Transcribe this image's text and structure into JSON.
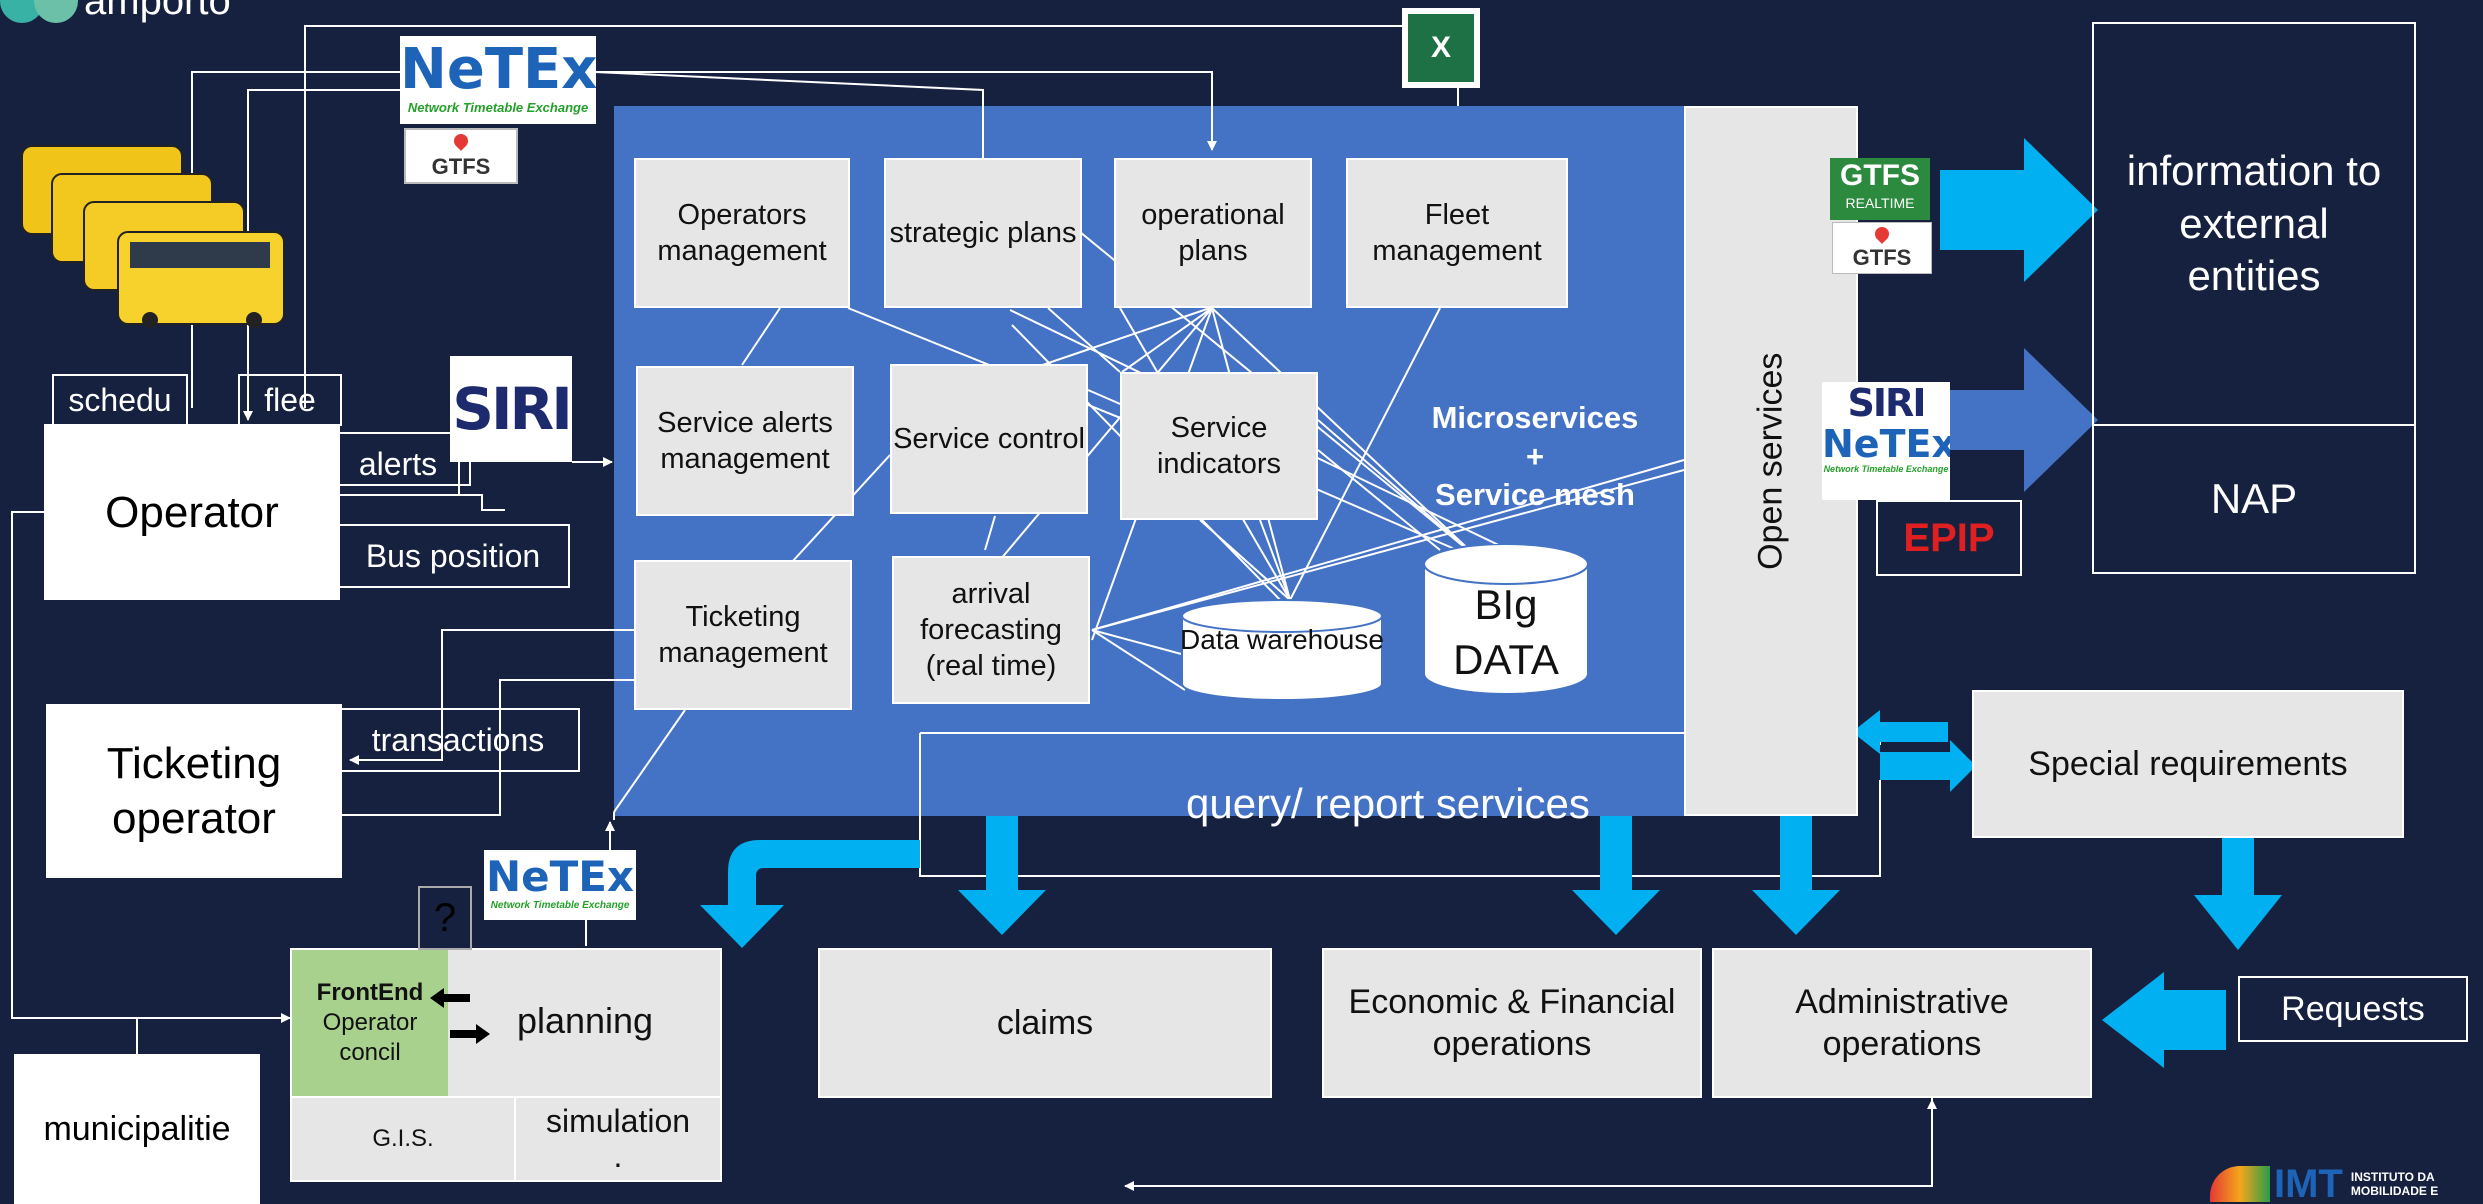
{
  "brand": {
    "logo_text": "amporto",
    "bottom_logo_text": "IMT",
    "bottom_logo_caption": [
      "INSTITUTO DA",
      "MOBILIDADE E"
    ]
  },
  "colors": {
    "background": "#16213f",
    "platform": "#4472c4",
    "arrow": "#00b0f0",
    "box": "#e6e6e6",
    "green": "#a9d18e",
    "epip": "#e02020"
  },
  "logos": {
    "netex": "NeTEx",
    "netex_sub": "Network Timetable Exchange",
    "gtfs": "GTFS",
    "gtfs_realtime": "GTFS",
    "gtfs_realtime_sub": "REALTIME",
    "siri": "SIRI",
    "excel": "X",
    "epip": "EPIP"
  },
  "platform": {
    "modules": [
      "Operators management",
      "strategic plans",
      "operational plans",
      "Fleet management",
      "Service alerts management",
      "Service control",
      "Service indicators",
      "Ticketing management",
      "arrival forecasting (real time)"
    ],
    "data_warehouse": "Data warehouse",
    "big_data": "BIg DATA",
    "microservices": "Microservices\n+\nService mesh",
    "query": "query/ report services",
    "open_services": "Open services"
  },
  "actors": {
    "operator": "Operator",
    "ticketing_operator": "Ticketing operator",
    "municipality": "municipalitie"
  },
  "flows": {
    "schedule": "schedu",
    "fleet": "flee",
    "alerts": "alerts",
    "bus_position": "Bus position",
    "transactions": "transactions"
  },
  "external": {
    "information": "information to external entities",
    "nap": "NAP",
    "special": "Special requirements",
    "requests": "Requests"
  },
  "bottom": {
    "frontend_title": "FrontEnd",
    "frontend_body": "Operator concil",
    "question": "?",
    "planning": "planning",
    "gis": "G.I.S.",
    "simulation": "simulation",
    "simulation_dot": ".",
    "claims": "claims",
    "economic": "Economic & Financial operations",
    "administrative": "Administrative operations"
  }
}
